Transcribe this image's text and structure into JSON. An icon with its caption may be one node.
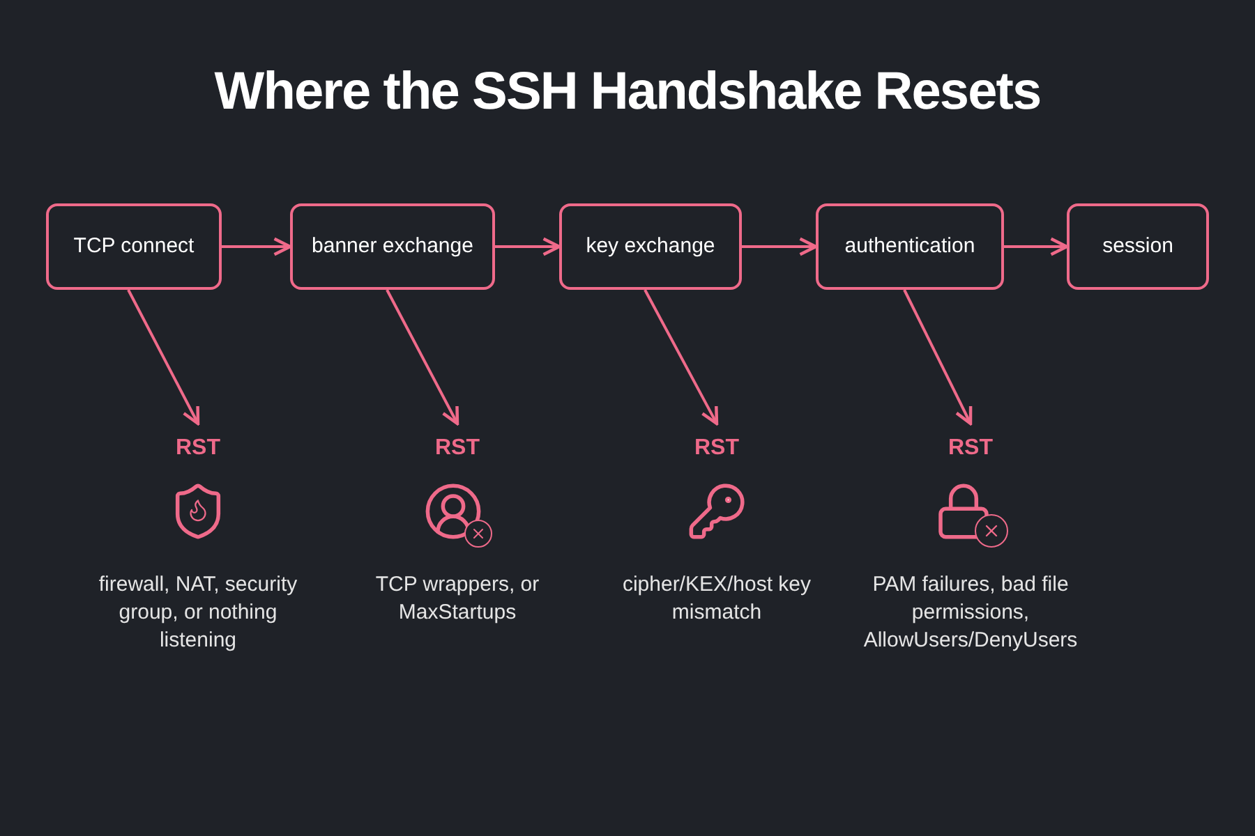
{
  "diagram": {
    "title": "Where the SSH Handshake Resets",
    "nodes": [
      {
        "text": [
          "TCP connect"
        ]
      },
      {
        "text": [
          "banner exchange"
        ]
      },
      {
        "text": [
          "key exchange"
        ]
      },
      {
        "text": [
          "authentication"
        ]
      },
      {
        "text": [
          "session"
        ]
      },
      {
        "text": [
          "RST"
        ]
      },
      {
        "text": [
          "RST"
        ]
      },
      {
        "text": [
          "RST"
        ]
      },
      {
        "text": [
          "RST"
        ]
      }
    ],
    "edges": [
      {
        "from": 0,
        "to": 1,
        "arrow": "to"
      },
      {
        "from": 1,
        "to": 2,
        "arrow": "to"
      },
      {
        "from": 2,
        "to": 3,
        "arrow": "to"
      },
      {
        "from": 3,
        "to": 4,
        "arrow": "to"
      },
      {
        "from": 0,
        "to": 5,
        "arrow": "to"
      },
      {
        "from": 1,
        "to": 6,
        "arrow": "to"
      },
      {
        "from": 2,
        "to": 7,
        "arrow": "to"
      },
      {
        "from": 3,
        "to": 8,
        "arrow": "to"
      }
    ],
    "labels": [
      "firewall, NAT, security group, or nothing listening",
      "TCP wrappers, or MaxStartups",
      "cipher/KEX/host key mismatch",
      "PAM failures, bad file permissions, AllowUsers/DenyUsers"
    ]
  }
}
